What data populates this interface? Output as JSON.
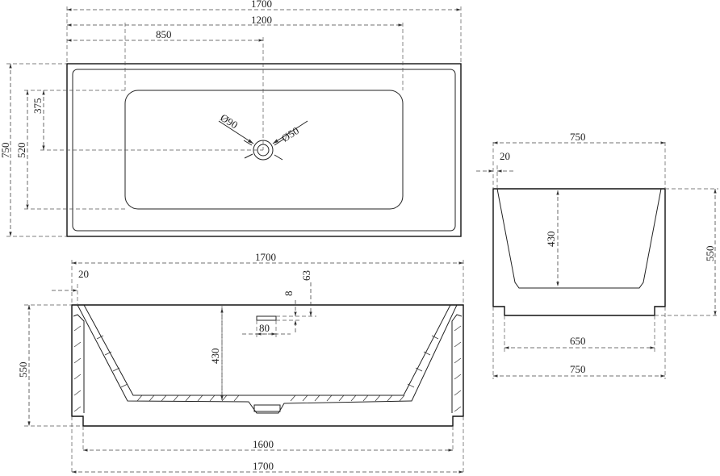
{
  "top_view": {
    "dim_overall_length": "1700",
    "dim_inner_length": "1200",
    "dim_drain_position": "850",
    "dim_overall_width": "750",
    "dim_inner_width": "520",
    "dim_drain_offset": "375",
    "drain_diameter": "Ø90",
    "overflow_diameter": "Ø50"
  },
  "front_section": {
    "dim_length": "1700",
    "dim_rim": "20",
    "dim_overflow_height": "63",
    "dim_overflow_slot": "8",
    "dim_overflow_width": "80",
    "dim_depth": "430",
    "dim_height": "550",
    "dim_base_length": "1600",
    "dim_bottom_length": "1700"
  },
  "side_section": {
    "dim_top_width": "750",
    "dim_rim": "20",
    "dim_depth": "430",
    "dim_height": "550",
    "dim_base_width": "650",
    "dim_bottom_width": "750"
  }
}
